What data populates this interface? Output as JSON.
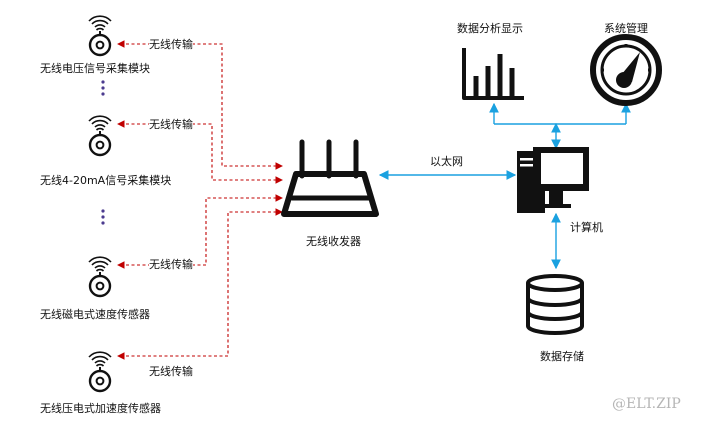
{
  "modules": [
    {
      "label": "无线电压信号采集模块",
      "link": "无线传输"
    },
    {
      "label": "无线4-20mA信号采集模块",
      "link": "无线传输"
    },
    {
      "label": "无线磁电式速度传感器",
      "link": "无线传输"
    },
    {
      "label": "无线压电式加速度传感器",
      "link": "无线传输"
    }
  ],
  "transceiver": {
    "label": "无线收发器"
  },
  "ethernet": {
    "label": "以太网"
  },
  "computer": {
    "label": "计算机"
  },
  "analysis": {
    "label": "数据分析显示"
  },
  "management": {
    "label": "系统管理"
  },
  "storage": {
    "label": "数据存储"
  },
  "watermark": "@ELT.ZIP",
  "colors": {
    "wireless_link": "#c00000",
    "network_link": "#1aa1e0",
    "ellipsis_dots": "#4b3b8f",
    "icon": "#111111"
  }
}
